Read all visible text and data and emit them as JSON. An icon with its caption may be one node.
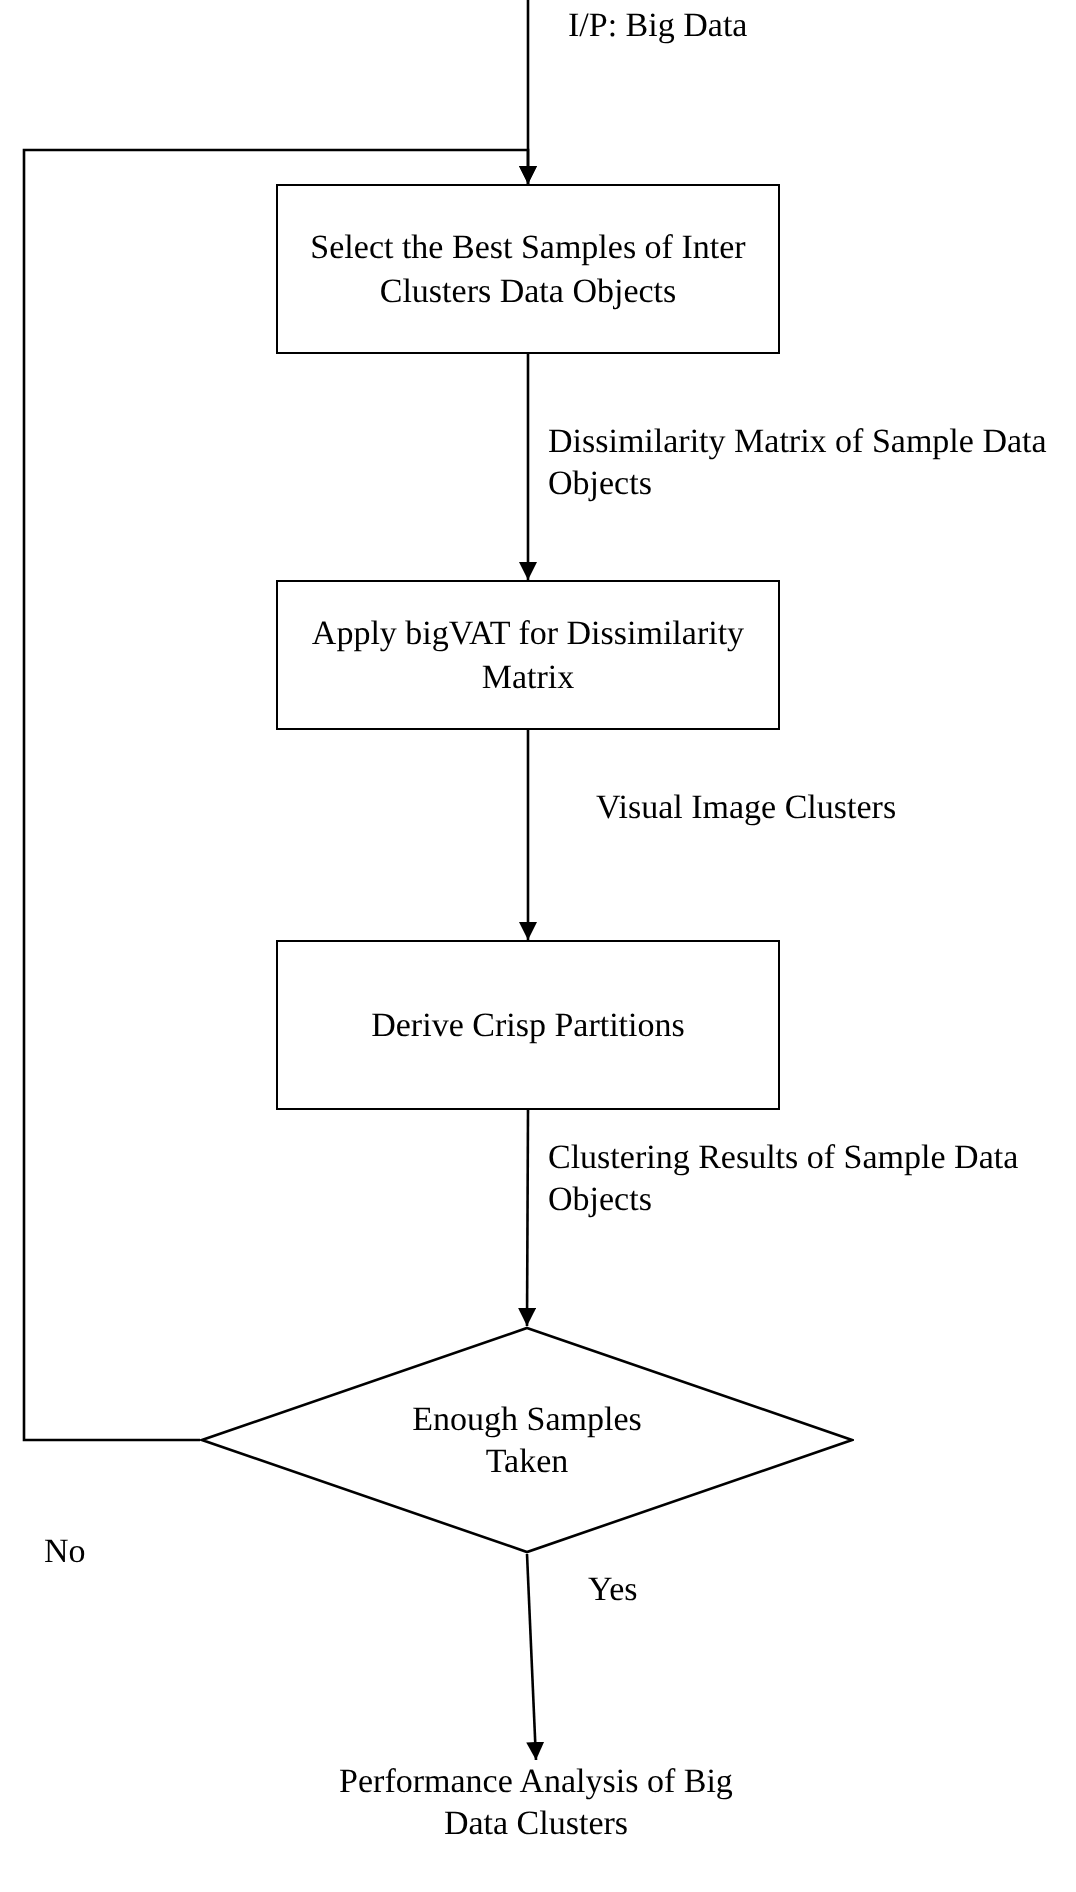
{
  "diagram": {
    "nodes": [
      {
        "text": [
          "Select the Best Samples of Inter Clusters Data Objects"
        ]
      },
      {
        "text": [
          "Apply bigVAT for Dissimilarity Matrix"
        ]
      },
      {
        "text": [
          "Derive Crisp Partitions"
        ]
      },
      {
        "text": [
          "Enough Samples Taken"
        ]
      },
      {
        "text": [
          "Performance Analysis of Big Data Clusters"
        ]
      }
    ],
    "edges": [
      {
        "from": null,
        "to": 0,
        "arrow": "to",
        "label": "I/P: Big Data"
      },
      {
        "from": 0,
        "to": 1,
        "arrow": "to",
        "label": "Dissimilarity Matrix of Sample Data Objects"
      },
      {
        "from": 1,
        "to": 2,
        "arrow": "to",
        "label": "Visual Image Clusters"
      },
      {
        "from": 2,
        "to": 3,
        "arrow": "to",
        "label": "Clustering Results of Sample Data Objects"
      },
      {
        "from": 3,
        "to": 0,
        "arrow": "to",
        "label": "No"
      },
      {
        "from": 3,
        "to": 4,
        "arrow": "to",
        "label": "Yes"
      }
    ]
  }
}
